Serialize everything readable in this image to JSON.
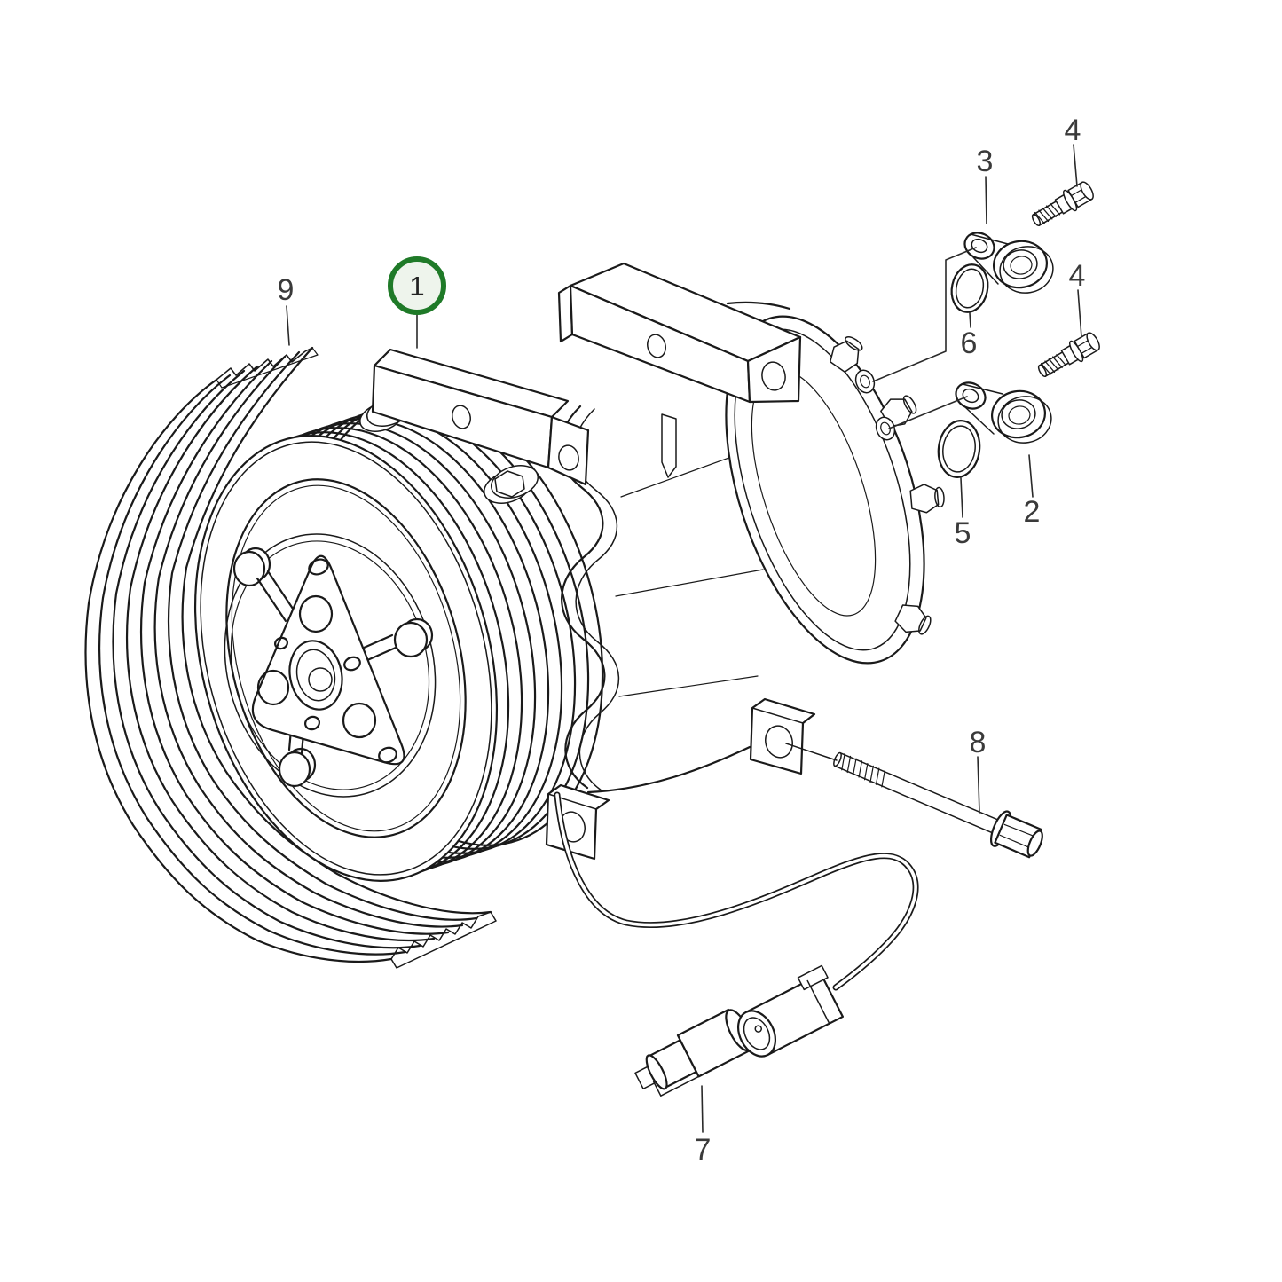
{
  "diagram": {
    "kind": "exploded-parts-line-drawing",
    "background": "#ffffff",
    "colors": {
      "line": "#1a1a1a",
      "label": "#3a3a3a",
      "highlight_ring": "#1f7a28",
      "highlight_fill": "#eef4ec"
    },
    "highlighted_callout": "1",
    "callouts": [
      {
        "label": "1",
        "highlighted": true
      },
      {
        "label": "9",
        "highlighted": false
      },
      {
        "label": "3",
        "highlighted": false
      },
      {
        "label": "4",
        "highlighted": false
      },
      {
        "label": "4",
        "highlighted": false
      },
      {
        "label": "6",
        "highlighted": false
      },
      {
        "label": "2",
        "highlighted": false
      },
      {
        "label": "5",
        "highlighted": false
      },
      {
        "label": "8",
        "highlighted": false
      },
      {
        "label": "7",
        "highlighted": false
      }
    ]
  }
}
